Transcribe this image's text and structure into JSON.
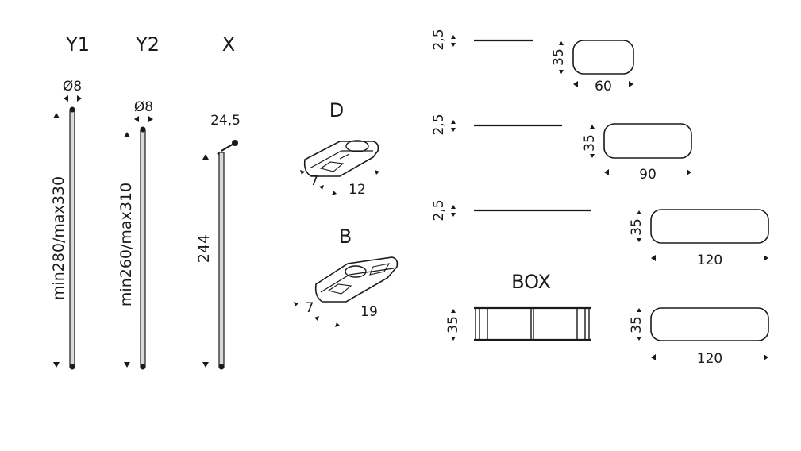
{
  "poles": [
    {
      "label": "Y1",
      "diameter": "Ø8",
      "height": "min280/max330"
    },
    {
      "label": "Y2",
      "diameter": "Ø8",
      "height": "min260/max310"
    },
    {
      "label": "X",
      "end_size": "24,5",
      "height": "244"
    }
  ],
  "brackets": [
    {
      "label": "D",
      "width": "7",
      "length": "12"
    },
    {
      "label": "B",
      "width": "7",
      "length": "19"
    }
  ],
  "shelves": [
    {
      "thickness": "2,5",
      "depth": "35",
      "width": "60"
    },
    {
      "thickness": "2,5",
      "depth": "35",
      "width": "90"
    },
    {
      "thickness": "2,5",
      "depth": "35",
      "width": "120"
    }
  ],
  "box": {
    "label": "BOX",
    "height": "35",
    "depth": "35",
    "width": "120"
  }
}
